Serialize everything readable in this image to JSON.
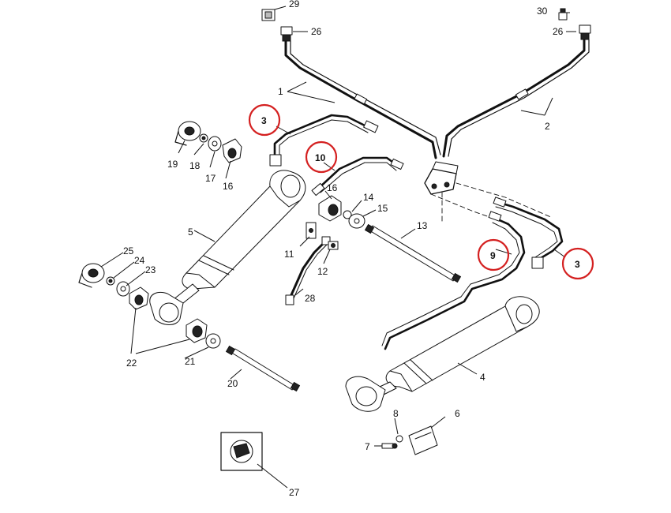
{
  "labels": {
    "p1": "1",
    "p2": "2",
    "p3a": "3",
    "p3b": "3",
    "p4": "4",
    "p5": "5",
    "p6": "6",
    "p7": "7",
    "p8": "8",
    "p9": "9",
    "p10": "10",
    "p11": "11",
    "p12": "12",
    "p13": "13",
    "p14": "14",
    "p15": "15",
    "p16a": "16",
    "p16b": "16",
    "p17": "17",
    "p18": "18",
    "p19": "19",
    "p20": "20",
    "p21": "21",
    "p22": "22",
    "p23": "23",
    "p24": "24",
    "p25": "25",
    "p26a": "26",
    "p26b": "26",
    "p27": "27",
    "p28": "28",
    "p29": "29",
    "p30": "30"
  },
  "colors": {
    "highlight": "#d42020",
    "ink": "#111111",
    "background": "#ffffff"
  }
}
